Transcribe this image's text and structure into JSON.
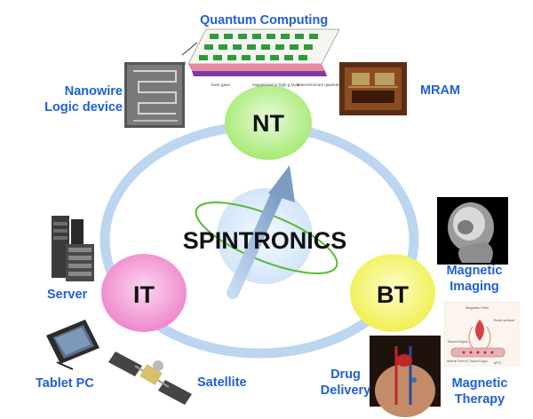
{
  "center_label": "SPINTRONICS",
  "hubs": {
    "nt": "NT",
    "it": "IT",
    "bt": "BT"
  },
  "labels": {
    "quantum_computing": "Quantum Computing",
    "nanowire": [
      "Nanowire",
      "Logic device"
    ],
    "mram": "MRAM",
    "server": "Server",
    "tablet_pc": "Tablet PC",
    "satellite": "Satellite",
    "magnetic_imaging": [
      "Magnetic",
      "Imaging"
    ],
    "drug_delivery": [
      "Drug",
      "Delivery"
    ],
    "magnetic_therapy": [
      "Magnetic",
      "Therapy"
    ]
  },
  "qc_figure_text": [
    "back gates",
    "magnetized or high g layer",
    "heterostructure quantum well"
  ],
  "therapy_figure_text": [
    "Magnetic Field",
    "Body surface",
    "Tissue/Organ",
    "Arterial Feed to Tissue/Organ",
    "MTC"
  ],
  "colors": {
    "label_blue": "#1f5fd6",
    "ring": "#bcd6f0",
    "nt_hub": "#b9f08c",
    "it_hub": "#f59ad6",
    "bt_hub": "#f4f56a",
    "orbit": "#55bb33"
  }
}
